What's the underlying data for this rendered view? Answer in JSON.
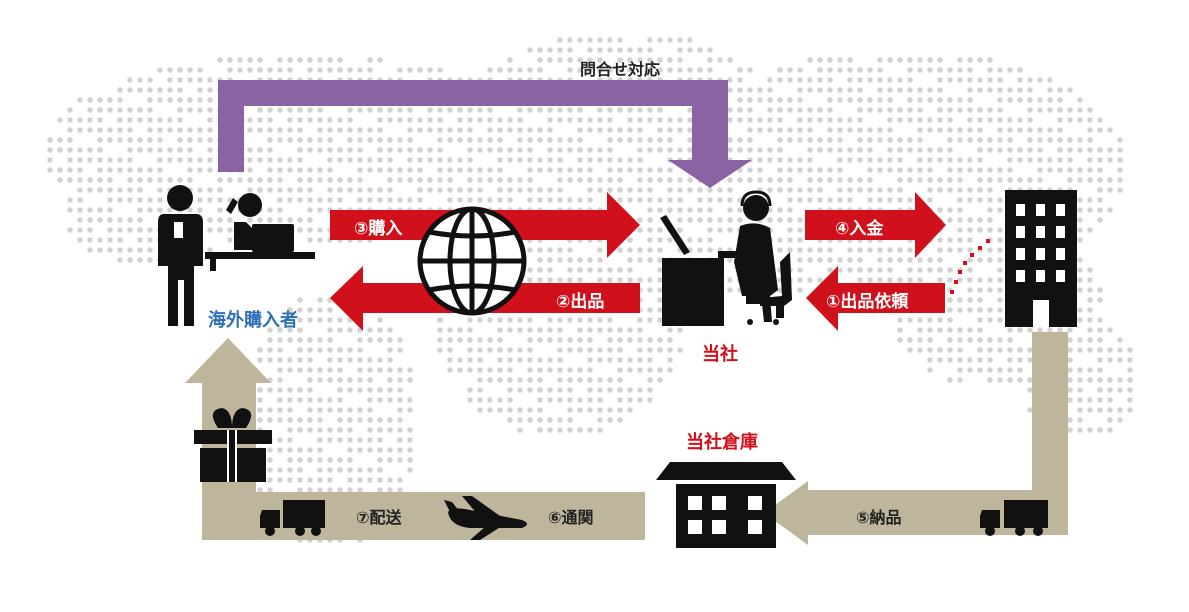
{
  "labels": {
    "inquiry": "問合せ対応",
    "purchase": "③購入",
    "listing": "②出品",
    "payment": "④入金",
    "listing_request": "①出品依頼",
    "buyer": "海外購入者",
    "company": "当社",
    "warehouse": "当社倉庫",
    "delivery_in": "⑤納品",
    "shipping": "⑦配送",
    "customs": "⑥通関"
  },
  "colors": {
    "red": "#d0111b",
    "purple": "#8a63a5",
    "khaki": "#beb59d",
    "icon": "#111111",
    "dots": "#d3d3d3",
    "buyer_text": "#2f6fb6"
  },
  "icons": [
    "person-with-phone-icon",
    "computer-user-icon",
    "globe-icon",
    "operator-with-headset-icon",
    "office-building-icon",
    "gift-box-icon",
    "truck-icon",
    "airplane-icon",
    "warehouse-building-icon"
  ]
}
